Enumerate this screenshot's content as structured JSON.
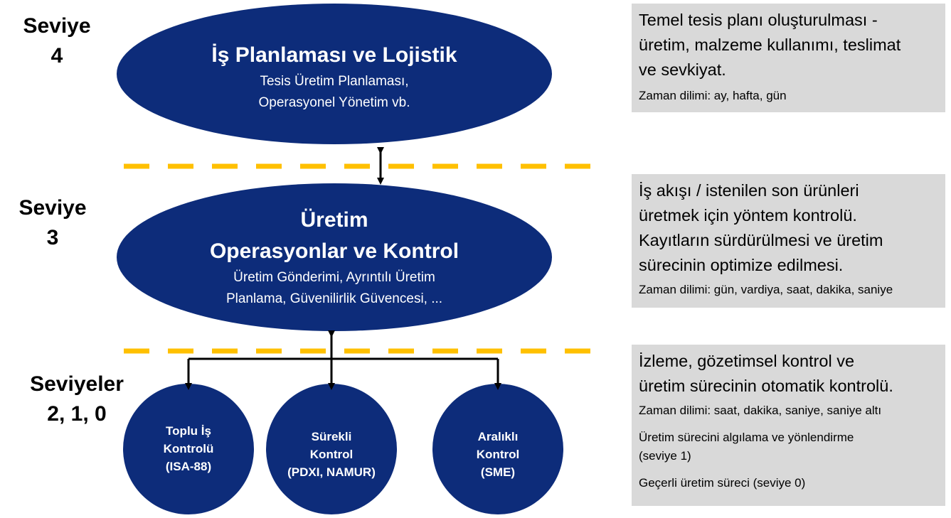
{
  "levels": {
    "level4": [
      "Seviye",
      "4"
    ],
    "level3": [
      "Seviye",
      "3"
    ],
    "level210": [
      "Seviyeler",
      "2, 1, 0"
    ]
  },
  "nodes": {
    "planning": {
      "title": "İş Planlaması ve Lojistik",
      "subtitle": [
        "Tesis Üretim Planlaması,",
        "Operasyonel Yönetim vb."
      ]
    },
    "operations": {
      "title": [
        "Üretim",
        "Operasyonlar ve Kontrol"
      ],
      "subtitle": [
        "Üretim Gönderimi, Ayrıntılı Üretim",
        "Planlama, Güvenilirlik Güvencesi, ..."
      ]
    },
    "batch": [
      "Toplu İş",
      "Kontrolü",
      "(ISA-88)"
    ],
    "continuous": [
      "Sürekli",
      "Kontrol",
      "(PDXI, NAMUR)"
    ],
    "discrete": [
      "Aralıklı",
      "Kontrol",
      "(SME)"
    ]
  },
  "info": {
    "level4": {
      "main": [
        "Temel tesis planı oluşturulması -",
        "üretim, malzeme kullanımı, teslimat",
        "ve sevkiyat."
      ],
      "timeframe": "Zaman dilimi: ay, hafta, gün"
    },
    "level3": {
      "main": [
        "İş akışı / istenilen son ürünleri",
        "üretmek için yöntem kontrolü.",
        "Kayıtların sürdürülmesi ve üretim",
        "sürecinin optimize edilmesi."
      ],
      "timeframe": "Zaman dilimi: gün, vardiya, saat, dakika, saniye"
    },
    "level210": {
      "main": [
        "İzleme, gözetimsel kontrol ve",
        "üretim sürecinin otomatik kontrolü."
      ],
      "timeframe": "Zaman dilimi: saat, dakika, saniye, saniye altı",
      "sensing": [
        "Üretim sürecini algılama ve yönlendirme",
        "(seviye 1)"
      ],
      "process": "Geçerli üretim süreci (seviye 0)"
    }
  },
  "colors": {
    "node_fill": "#0d2c7a",
    "dash": "#ffc000",
    "box_fill": "#d9d9d9"
  }
}
